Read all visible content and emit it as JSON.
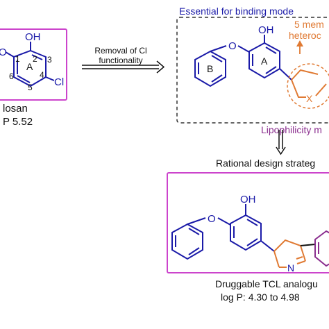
{
  "colors": {
    "black": "#111111",
    "blue": "#1a1aa8",
    "orange": "#e07a33",
    "purple": "#8a2d8e",
    "magenta_box": "#cc44cc"
  },
  "triclosan": {
    "atom_o": "O",
    "atom_oh": "OH",
    "atom_cl": "Cl",
    "ring_label": "A",
    "positions": [
      "1",
      "2",
      "3",
      "4",
      "5",
      "6"
    ],
    "name": "losan",
    "logp": "P 5.52"
  },
  "step1": {
    "line1": "Removal of Cl",
    "line2": "functionality"
  },
  "dashed_box": {
    "title": "Essential for binding mode",
    "atom_o": "O",
    "atom_oh": "OH",
    "ring_b": "B",
    "ring_a": "A",
    "hetero_line1": "5 mem",
    "hetero_line2": "heteroc",
    "atom_x": "X",
    "lipophilicity": "Lipophilicity m"
  },
  "step2": {
    "label": "Rational design strateg"
  },
  "analogue": {
    "atom_o": "O",
    "atom_oh": "OH",
    "atom_n": "N",
    "caption1": "Druggable TCL analogu",
    "caption2": "log P: 4.30 to 4.98"
  }
}
